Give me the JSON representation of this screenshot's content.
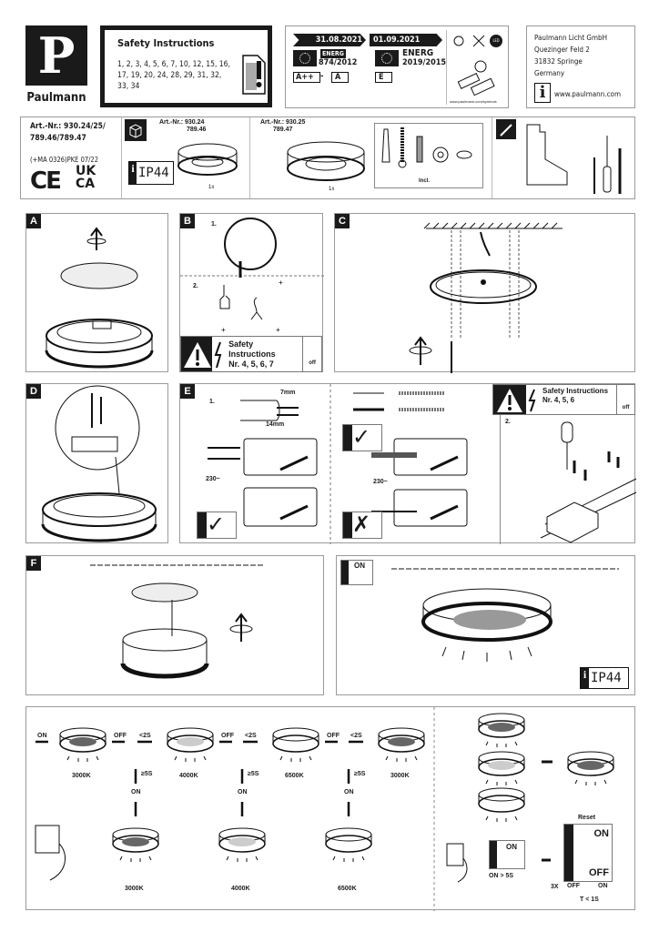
{
  "brand": {
    "logo_letter": "P",
    "name": "Paulmann"
  },
  "safety": {
    "title": "Safety Instructions",
    "numbers": "1, 2, 3, 4, 5, 6, 7, 10, 12, 15, 16, 17, 19, 20, 24, 28, 29, 31, 32, 33, 34"
  },
  "energy": {
    "date1": "31.08.2021",
    "date2": "01.09.2021",
    "reg1": "874/2012",
    "reg2": "2019/2015",
    "energ": "ENERG",
    "class_range_from": "A++",
    "class_range_sep": "-",
    "class_range_to": "A",
    "class_new": "E",
    "led": "LED",
    "url": "www.paulmann.com/symbols"
  },
  "address": {
    "company": "Paulmann Licht GmbH",
    "street": "Quezinger Feld 2",
    "city": "31832 Springe",
    "country": "Germany",
    "website": "www.paulmann.com",
    "info_icon": "i"
  },
  "product": {
    "art_nr": "Art.-Nr.: 930.24/25/ 789.46/789.47",
    "code": "(+MA 0326)PKE 07/22",
    "ce": "CE",
    "ukca_1": "UK",
    "ukca_2": "CA",
    "ip": "IP44",
    "variant1": {
      "art": "Art.-Nr.: 930.24",
      "art2": "789.46",
      "qty": "1x"
    },
    "variant2": {
      "art": "Art.-Nr.: 930.25",
      "art2": "789.47",
      "qty": "1x"
    },
    "incl": "Incl."
  },
  "steps": {
    "a": "A",
    "b": "B",
    "c": "C",
    "d": "D",
    "e": "E",
    "f": "F",
    "b1": "1.",
    "b2": "2.",
    "e1": "1.",
    "e2": "2.",
    "safety_short": "Safety Instructions",
    "nr_b": "Nr. 4, 5, 6, 7",
    "nr_e": "Nr. 4, 5, 6",
    "off": "off",
    "mm7": "7mm",
    "mm14": "14mm",
    "volt": "230~",
    "on": "ON",
    "ip": "IP44"
  },
  "cct": {
    "on": "ON",
    "off": "OFF",
    "lt2": "<2S",
    "ge5": "≥5S",
    "temps": [
      "3000K",
      "4000K",
      "6500K",
      "3000K"
    ],
    "bottom_temps": [
      "3000K",
      "4000K",
      "6500K"
    ],
    "on_gt5": "ON > 5S",
    "reset": "Reset",
    "reset_on": "ON",
    "reset_off": "OFF",
    "times": "3X",
    "seq_off": "OFF",
    "seq_on": "ON",
    "t_lt1": "T < 1S"
  }
}
